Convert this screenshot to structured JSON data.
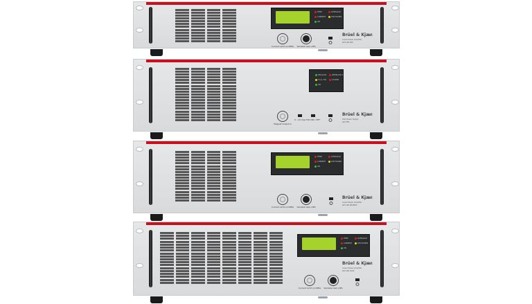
{
  "brand": "Brüel & Kjær",
  "logo": "HBK",
  "colors": {
    "stripe": "#c8101e",
    "lcd": "#a5d22b",
    "led_red": "#e01b1b",
    "led_green": "#2fbf3a",
    "led_yellow": "#e5d81a"
  },
  "units": [
    {
      "type": "amplifier",
      "product": "Linear Power Amplifier",
      "model": "LDS LPA 600",
      "knob1_label": "Current Limit (A RMS)",
      "knob2_label": "Variable Gain (dB)",
      "leds": [
        {
          "label": "TEMP",
          "color": "red"
        },
        {
          "label": "OVERLOAD",
          "color": "red"
        },
        {
          "label": "CURRENT",
          "color": "red"
        },
        {
          "label": "SHUTDOWN",
          "color": "yellow"
        },
        {
          "label": "ON",
          "color": "green"
        }
      ]
    },
    {
      "type": "field-supply",
      "product": "Field Power Supply",
      "model": "LDS FPS",
      "knob1_label": "Magnet Output A",
      "switch1_label": "0 - 10 V(A)",
      "switch2_label": "FLD ON / OFF",
      "leds": [
        {
          "label": "DEGAUSS",
          "color": "green"
        },
        {
          "label": "INTERLOCK 2",
          "color": "red"
        },
        {
          "label": "F.A.S. FLD",
          "color": "yellow"
        },
        {
          "label": "SYSTEM",
          "color": "red"
        },
        {
          "label": "ON",
          "color": "green"
        }
      ]
    },
    {
      "type": "amplifier",
      "product": "Linear Power Amplifier",
      "model": "LDS LPA 600/800",
      "knob1_label": "Current Limit (A RMS)",
      "knob2_label": "Variable Gain (dB)",
      "leds": [
        {
          "label": "TEMP",
          "color": "red"
        },
        {
          "label": "OVERLOAD",
          "color": "red"
        },
        {
          "label": "CURRENT",
          "color": "red"
        },
        {
          "label": "SHUTDOWN",
          "color": "yellow"
        },
        {
          "label": "ON",
          "color": "green"
        }
      ]
    },
    {
      "type": "amplifier",
      "product": "Linear Power Amplifier",
      "model": "LDS LPA 1000",
      "knob1_label": "Current Limit (A RMS)",
      "knob2_label": "Variable Gain (dB)",
      "leds": [
        {
          "label": "TEMP",
          "color": "red"
        },
        {
          "label": "OVERLOAD",
          "color": "red"
        },
        {
          "label": "CURRENT",
          "color": "red"
        },
        {
          "label": "SHUTDOWN",
          "color": "yellow"
        },
        {
          "label": "ON",
          "color": "green"
        }
      ]
    }
  ]
}
